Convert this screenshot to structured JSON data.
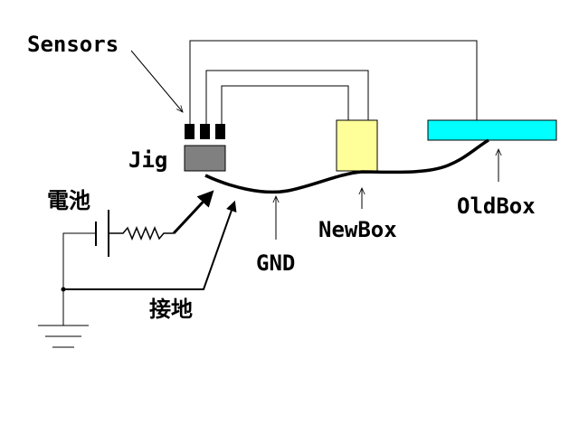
{
  "labels": {
    "sensors": "Sensors",
    "jig": "Jig",
    "battery": "電池",
    "ground_kanji": "接地",
    "gnd": "GND",
    "newbox": "NewBox",
    "oldbox": "OldBox"
  },
  "colors": {
    "jig": "#808080",
    "newbox": "#ffff99",
    "oldbox": "#00ffff",
    "sensor": "#000000",
    "line": "#000000"
  }
}
